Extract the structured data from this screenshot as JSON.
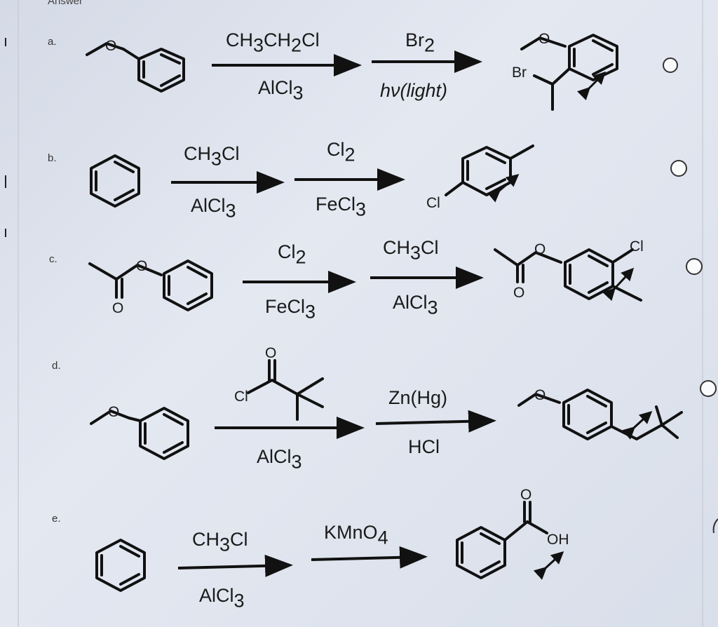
{
  "header": {
    "title": "Answer"
  },
  "options": [
    {
      "label": "a.",
      "step1": {
        "top": "CH3CH2Cl",
        "bottom": "AlCl3"
      },
      "step2": {
        "top": "Br2",
        "bottom": "hν(light)"
      },
      "product_atoms": [
        "O",
        "Br"
      ]
    },
    {
      "label": "b.",
      "step1": {
        "top": "CH3Cl",
        "bottom": "AlCl3"
      },
      "step2": {
        "top": "Cl2",
        "bottom": "FeCl3"
      },
      "product_atoms": [
        "Cl"
      ]
    },
    {
      "label": "c.",
      "reactant_atoms": [
        "O",
        "O"
      ],
      "step1": {
        "top": "Cl2",
        "bottom": "FeCl3"
      },
      "step2": {
        "top": "CH3Cl",
        "bottom": "AlCl3"
      },
      "product_atoms": [
        "O",
        "O",
        "Cl"
      ]
    },
    {
      "label": "d.",
      "step1": {
        "top_atoms": [
          "O",
          "Cl"
        ],
        "bottom": "AlCl3"
      },
      "step2": {
        "top": "Zn(Hg)",
        "bottom": "HCl"
      },
      "product_atoms": [
        "O"
      ]
    },
    {
      "label": "e.",
      "step1": {
        "top": "CH3Cl",
        "bottom": "AlCl3"
      },
      "step2": {
        "top": "KMnO4"
      },
      "product_atoms": [
        "O",
        "OH"
      ]
    }
  ]
}
